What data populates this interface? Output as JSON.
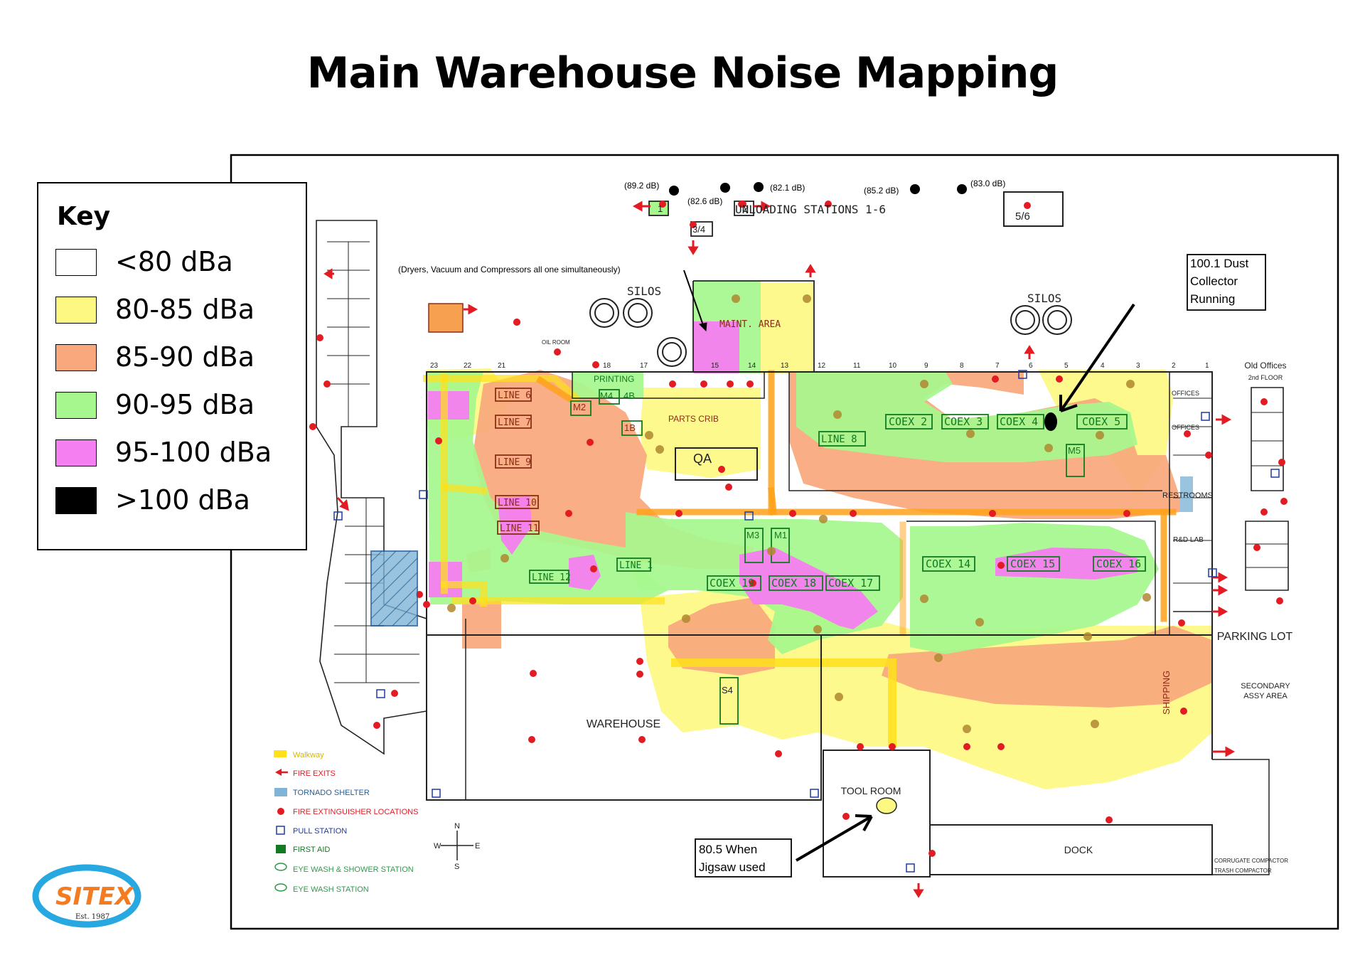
{
  "title": "Main Warehouse Noise Mapping",
  "key": {
    "title": "Key",
    "items": [
      {
        "label": "<80 dBa",
        "color": "#ffffff"
      },
      {
        "label": "80-85 dBa",
        "color": "#fdf882"
      },
      {
        "label": "85-90 dBa",
        "color": "#f9a77c"
      },
      {
        "label": "90-95 dBa",
        "color": "#a6f78d"
      },
      {
        "label": "95-100 dBa",
        "color": "#f57ef0"
      },
      {
        "label": ">100 dBa",
        "color": "#000000"
      }
    ]
  },
  "readings": {
    "r1": "(89.2 dB)",
    "r2": "(82.6 dB)",
    "r3": "(82.1 dB)",
    "r4": "(85.2 dB)",
    "r5": "(83.0 dB)"
  },
  "stations": {
    "s1": "1",
    "s2": "2",
    "s34": "3/4",
    "s56": "5/6",
    "unloading": "UNLOADING STATIONS 1-6"
  },
  "notes": {
    "dryers": "(Dryers, Vacuum and Compressors all one simultaneously)",
    "dust_l1": "100.1 Dust",
    "dust_l2": "Collector",
    "dust_l3": "Running",
    "jigsaw_l1": "80.5 When",
    "jigsaw_l2": "Jigsaw used"
  },
  "areas": {
    "silos_left": "SILOS",
    "silos_right": "SILOS",
    "maint": "MAINT. AREA",
    "printing": "PRINTING",
    "parts_crib": "PARTS CRIB",
    "qa": "QA",
    "warehouse": "WAREHOUSE",
    "tool_room": "TOOL ROOM",
    "dock": "DOCK",
    "shipping": "SHIPPING",
    "parking": "PARKING LOT",
    "secondary_l1": "SECONDARY",
    "secondary_l2": "ASSY AREA",
    "old_offices": "Old Offices",
    "second_floor": "2nd FLOOR",
    "offices1": "OFFICES",
    "offices2": "OFFICES",
    "restrooms": "RESTROOMS",
    "rd_lab": "R&D LAB",
    "oil_room": "OIL ROOM",
    "corrugate": "CORRUGATE COMPACTOR",
    "trash": "TRASH COMPACTOR"
  },
  "lines": {
    "line6": "LINE 6",
    "line7": "LINE 7",
    "line9": "LINE 9",
    "line10": "LINE 10",
    "line11": "LINE 11",
    "line12": "LINE 12",
    "line1": "LINE 1",
    "line8": "LINE 8",
    "m1": "M1",
    "m2": "M2",
    "m3": "M3",
    "m4": "M4",
    "m5": "M5",
    "b4": "4B",
    "b1": "1B",
    "s4": "S4",
    "coex2": "COEX 2",
    "coex3": "COEX 3",
    "coex4": "COEX 4",
    "coex5": "COEX 5",
    "coex14": "COEX 14",
    "coex15": "COEX 15",
    "coex16": "COEX 16",
    "coex17": "COEX 17",
    "coex18": "COEX 18",
    "coex19": "COEX 19"
  },
  "columns": [
    "23",
    "22",
    "21",
    "18",
    "17",
    "15",
    "14",
    "13",
    "12",
    "11",
    "10",
    "9",
    "8",
    "7",
    "6",
    "5",
    "4",
    "3",
    "2",
    "1"
  ],
  "legend": {
    "walkway": "Walkway",
    "fire_exits": "FIRE EXITS",
    "tornado": "TORNADO SHELTER",
    "extinguisher": "FIRE EXTINGUISHER LOCATIONS",
    "pull": "PULL STATION",
    "first_aid": "FIRST AID",
    "eye_shower": "EYE WASH & SHOWER STATION",
    "eye": "EYE WASH STATION"
  },
  "compass": {
    "n": "N",
    "s": "S",
    "e": "E",
    "w": "W"
  },
  "logo": {
    "name": "SITEX",
    "est": "Est. 1987"
  },
  "colors": {
    "yellow": "#fdf882",
    "orange": "#f9a77c",
    "green": "#a6f78d",
    "magenta": "#f57ef0",
    "walkway": "#ffe01a",
    "walkway_orange": "#ffa21a",
    "extinguisher": "#e31b23",
    "exit": "#e31b23",
    "pull": "#1f3b9c",
    "label_green": "#117a22",
    "label_brown": "#8b2d16"
  }
}
